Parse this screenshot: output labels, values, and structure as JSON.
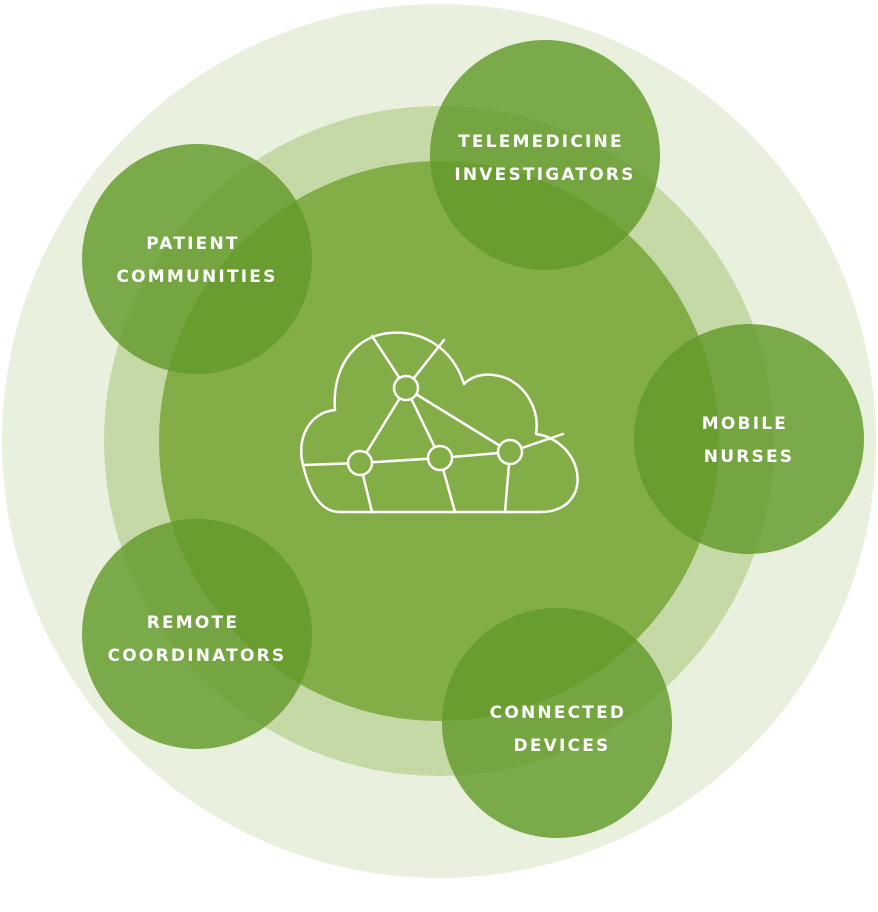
{
  "diagram": {
    "colors": {
      "outer_ring": "#e9f1de",
      "middle_ring": "#c5d9a7",
      "inner_circle": "#83ae47",
      "node_fill": "#639a2b",
      "cloud_stroke": "#ffffff"
    },
    "center_icon": "cloud-network-icon",
    "nodes": [
      {
        "id": "telemedicine-investigators",
        "lines": [
          "TELEMEDICINE",
          "INVESTIGATORS"
        ]
      },
      {
        "id": "patient-communities",
        "lines": [
          "PATIENT",
          "COMMUNITIES"
        ]
      },
      {
        "id": "mobile-nurses",
        "lines": [
          "MOBILE",
          "NURSES"
        ]
      },
      {
        "id": "remote-coordinators",
        "lines": [
          "REMOTE",
          "COORDINATORS"
        ]
      },
      {
        "id": "connected-devices",
        "lines": [
          "CONNECTED",
          "DEVICES"
        ]
      }
    ]
  }
}
